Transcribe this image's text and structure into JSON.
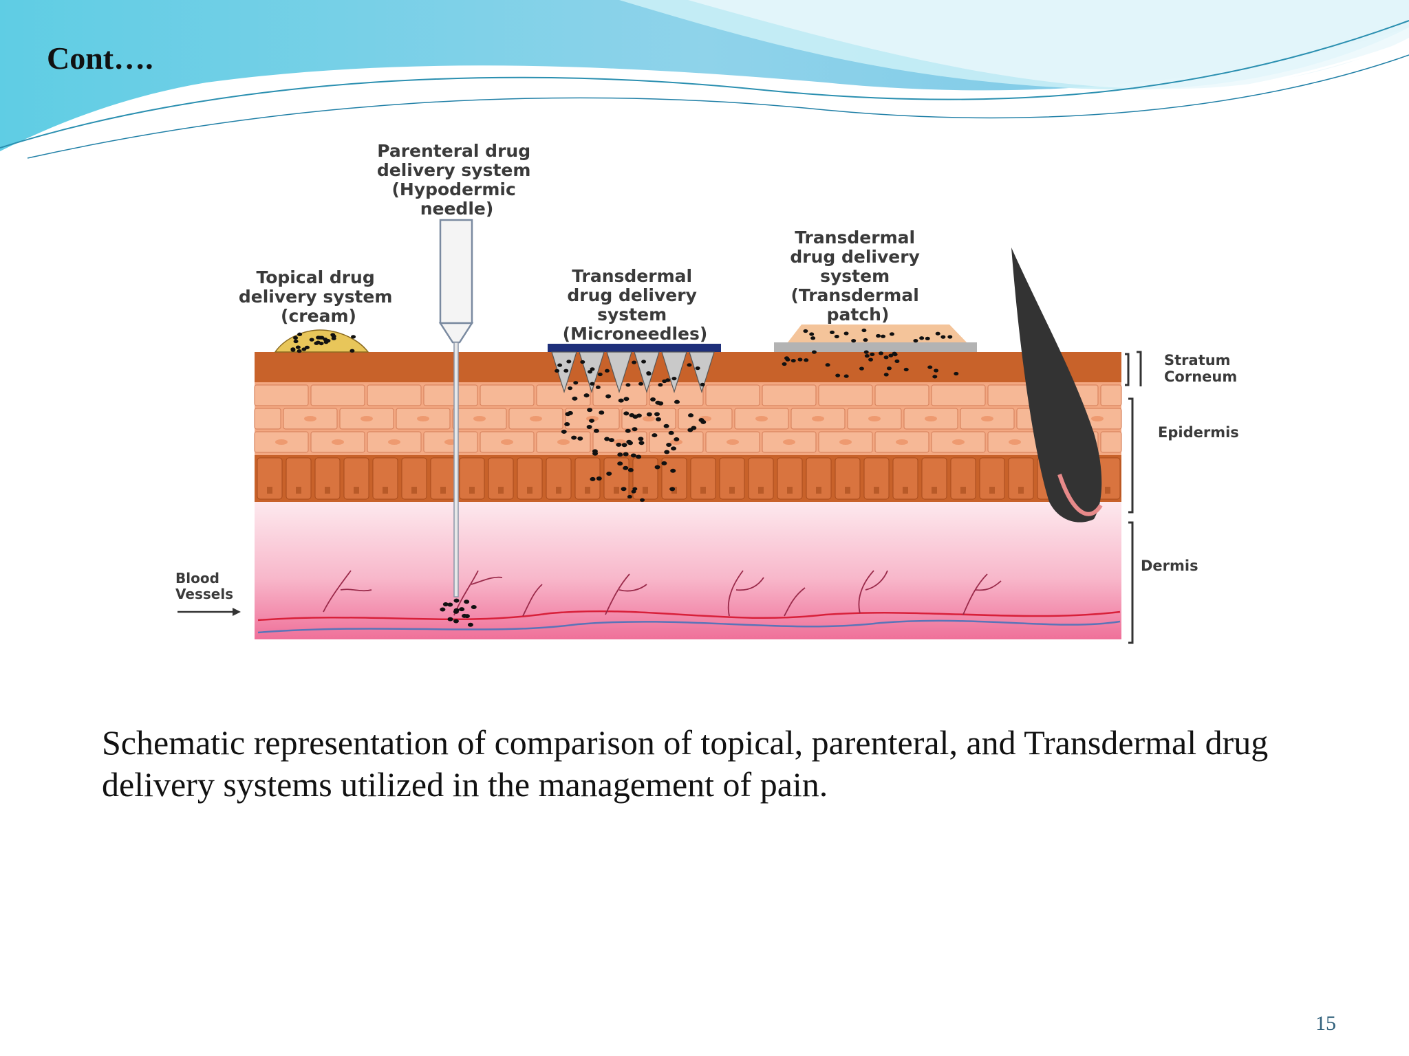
{
  "slide": {
    "title": "Cont….",
    "caption": "Schematic representation of comparison of topical, parenteral, and Transdermal drug delivery systems utilized in the management of pain.",
    "page_number": "15"
  },
  "diagram": {
    "labels": {
      "topical": [
        "Topical drug",
        "delivery system",
        "(cream)"
      ],
      "parenteral": [
        "Parenteral drug",
        "delivery system",
        "(Hypodermic",
        "needle)"
      ],
      "microneedles": [
        "Transdermal",
        "drug delivery",
        "system",
        "(Microneedles)"
      ],
      "patch": [
        "Transdermal",
        "drug delivery",
        "system",
        "(Transdermal",
        "patch)"
      ],
      "stratum_corneum": [
        "Stratum",
        "Corneum"
      ],
      "epidermis": "Epidermis",
      "dermis": "Dermis",
      "blood_vessels": [
        "Blood",
        "Vessels"
      ]
    },
    "colors": {
      "stratum_corneum": "#c8622a",
      "epidermis_cell": "#f6b896",
      "basal_cell": "#d9743f",
      "dermis_top": "#fbe4ea",
      "dermis_bottom": "#f27ea3",
      "blood_red": "#d8203a",
      "blood_blue": "#5a74b8",
      "hair": "#333333",
      "cream": "#e8c65a",
      "drug_dot": "#111111",
      "needle": "#f4f4f4",
      "microneedle_base": "#1e2f7a",
      "patch_top": "#f4c49a",
      "patch_base": "#b3b3b3"
    }
  }
}
